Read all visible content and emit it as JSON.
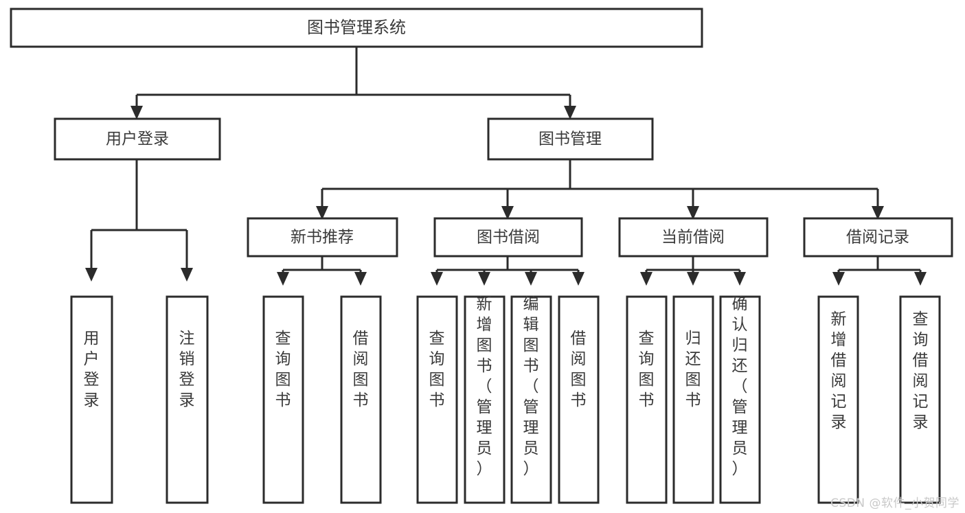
{
  "page": {
    "background_color": "#ffffff",
    "line_color": "#2b2b2b",
    "text_color": "#3a3a3a",
    "watermark": "CSDN @软件_小贺同学"
  },
  "chart_data": {
    "type": "diagram",
    "diagram_kind": "hierarchy-tree",
    "title": "图书管理系统",
    "orientation": "top-down",
    "levels": 4,
    "node_count": 20
  },
  "root": {
    "label": "图书管理系统"
  },
  "level1": [
    {
      "label": "用户登录"
    },
    {
      "label": "图书管理"
    }
  ],
  "level2": [
    {
      "label": "新书推荐"
    },
    {
      "label": "图书借阅"
    },
    {
      "label": "当前借阅"
    },
    {
      "label": "借阅记录"
    }
  ],
  "leaves": {
    "user_login": [
      {
        "label": "用户登录"
      },
      {
        "label": "注销登录"
      }
    ],
    "new_book": [
      {
        "label": "查询图书"
      },
      {
        "label": "借阅图书"
      }
    ],
    "book_borrow": [
      {
        "label": "查询图书"
      },
      {
        "label": "新增图书（管理员）"
      },
      {
        "label": "编辑图书（管理员）"
      },
      {
        "label": "借阅图书"
      }
    ],
    "current_borrow": [
      {
        "label": "查询图书"
      },
      {
        "label": "归还图书"
      },
      {
        "label": "确认归还（管理员）"
      }
    ],
    "borrow_record": [
      {
        "label": "新增借阅记录"
      },
      {
        "label": "查询借阅记录"
      }
    ]
  }
}
